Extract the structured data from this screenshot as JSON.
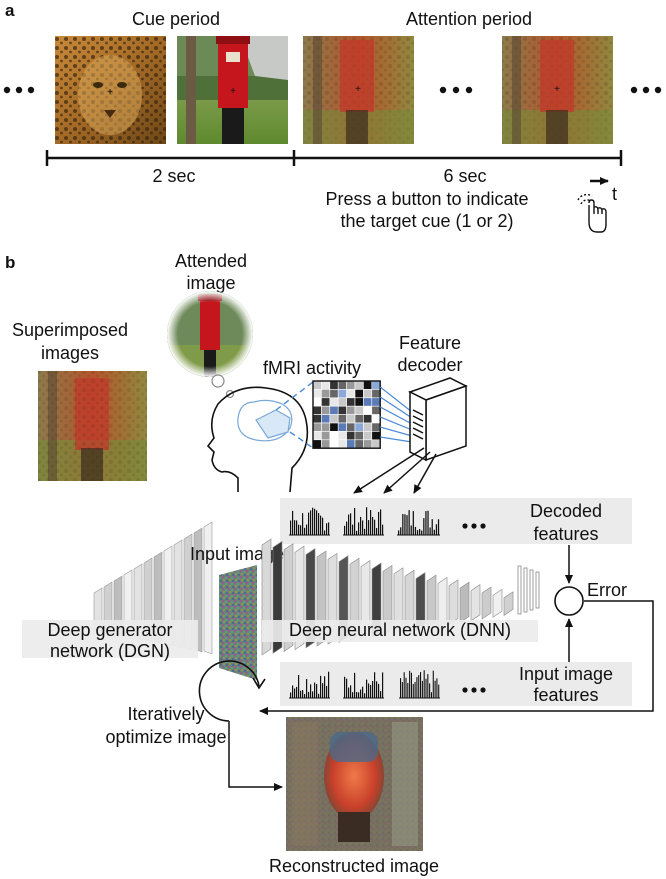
{
  "panel_a": {
    "label": "a",
    "cue_period": "Cue period",
    "attention_period": "Attention period",
    "dur_cue": "2 sec",
    "dur_attention": "6 sec",
    "time_axis": "t",
    "instruction_line1": "Press a button to indicate",
    "instruction_line2": "the target cue (1 or 2)"
  },
  "panel_b": {
    "label": "b",
    "attended_line1": "Attended",
    "attended_line2": "image",
    "superimposed_line1": "Superimposed",
    "superimposed_line2": "images",
    "fmri": "fMRI activity",
    "decoder_line1": "Feature",
    "decoder_line2": "decoder",
    "decoded_line1": "Decoded",
    "decoded_line2": "features",
    "input_image": "Input image",
    "error": "Error",
    "dgn_line1": "Deep generator",
    "dgn_line2": "network (DGN)",
    "dnn": "Deep neural network (DNN)",
    "input_feat_line1": "Input image",
    "input_feat_line2": "features",
    "iter_line1": "Iteratively",
    "iter_line2": "optimize image",
    "reconstructed": "Reconstructed image"
  },
  "icons": [
    "leopard-image",
    "postbox-image",
    "superimposed-image",
    "hand-press-icon",
    "head-thought-icon",
    "server-icon",
    "noise-image",
    "reconstructed-image"
  ]
}
